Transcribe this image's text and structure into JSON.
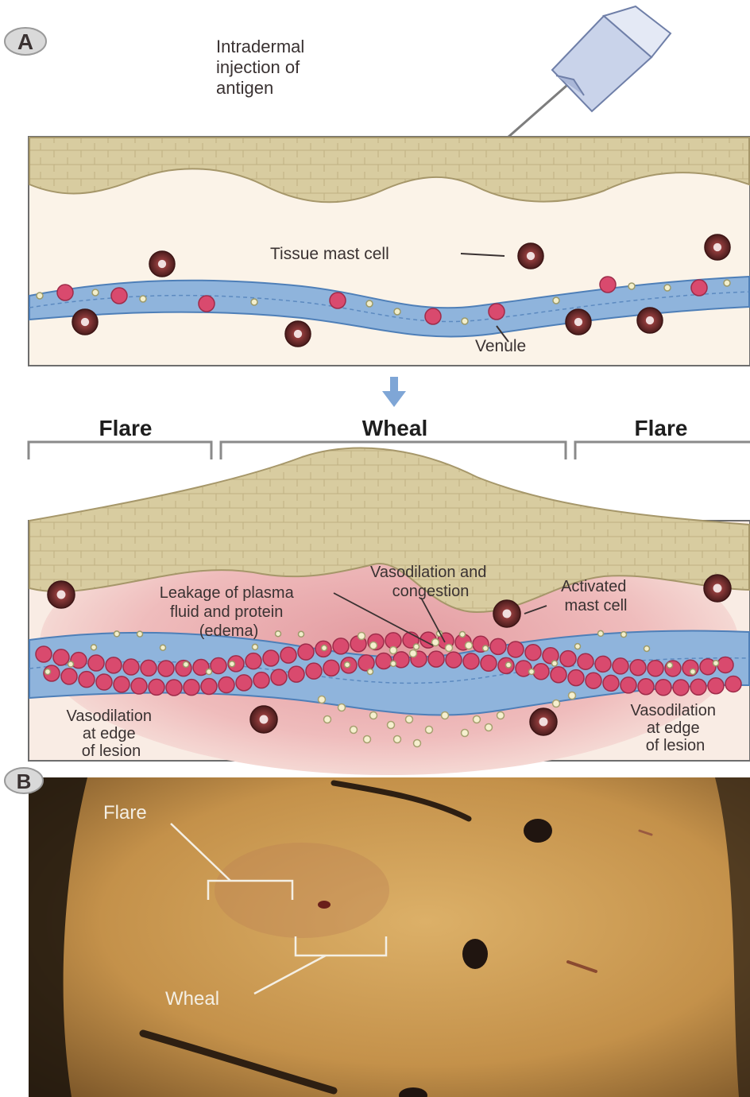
{
  "panel_a": {
    "badge": "A",
    "injection_label": [
      "Intradermal",
      "injection of",
      "antigen"
    ],
    "mast_cell_label": "Tissue mast cell",
    "venule_label": "Venule",
    "zone_labels": {
      "flare_left": "Flare",
      "wheal": "Wheal",
      "flare_right": "Flare"
    },
    "leakage_label": [
      "Leakage of plasma",
      "fluid and protein",
      "(edema)"
    ],
    "congestion_label": [
      "Vasodilation and",
      "congestion"
    ],
    "activated_label": [
      "Activated",
      "mast cell"
    ],
    "edge_left_label": [
      "Vasodilation",
      "at edge",
      "of lesion"
    ],
    "edge_right_label": [
      "Vasodilation",
      "at edge",
      "of lesion"
    ]
  },
  "panel_b": {
    "badge": "B",
    "flare_label": "Flare",
    "wheal_label": "Wheal"
  },
  "colors": {
    "epidermis": "#d8cca0",
    "dermis": "#fbf3e8",
    "inflamed_dermis": "#e9b3b2",
    "venule": "#8fb4dc",
    "red_cell": "#d94a6e",
    "mast_cell": "#6b2a2a",
    "photo_skin": "#c99a4e"
  }
}
